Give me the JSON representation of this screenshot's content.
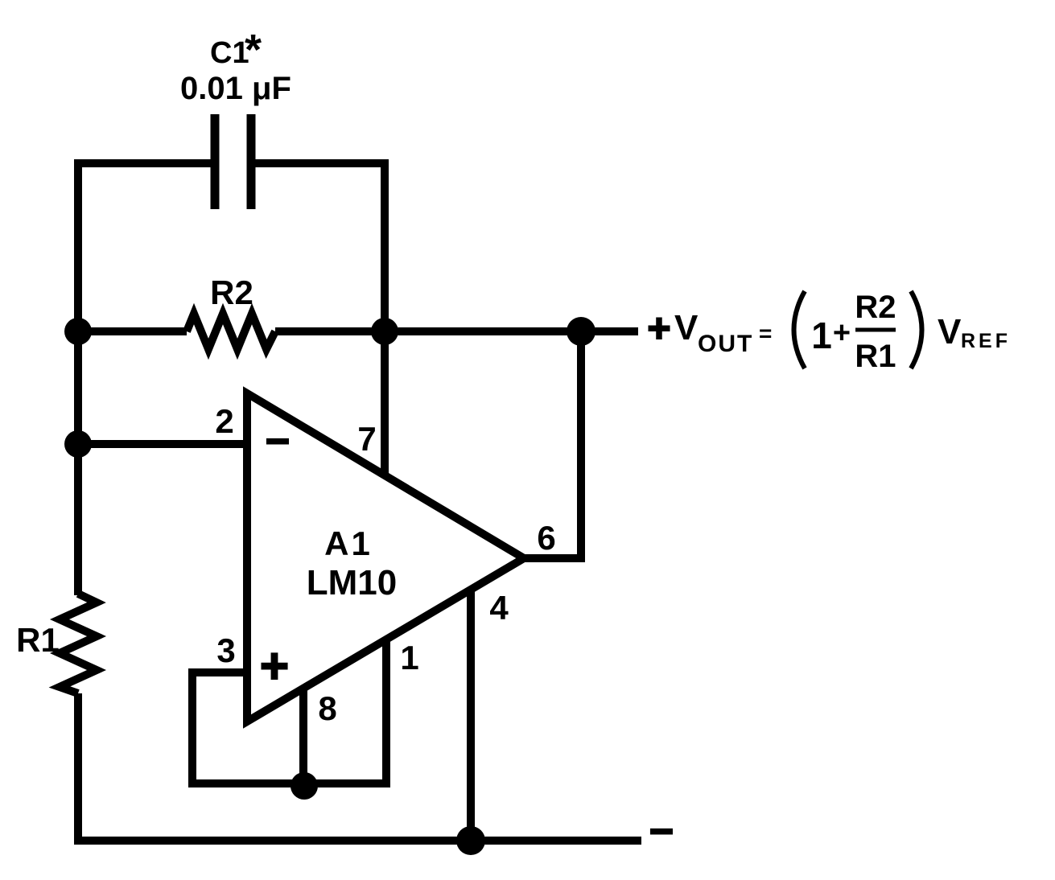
{
  "schematic": {
    "capacitor_c1": {
      "ref": "C1",
      "star": "*",
      "value": "0.01 μF"
    },
    "resistor_r2": {
      "ref": "R2"
    },
    "resistor_r1": {
      "ref": "R1"
    },
    "opamp_a1": {
      "designator": "A1",
      "part": "LM10",
      "inverting_sign": "−",
      "noninverting_sign": "+"
    },
    "pins": {
      "p1": "1",
      "p2": "2",
      "p3": "3",
      "p4": "4",
      "p6": "6",
      "p7": "7",
      "p8": "8"
    },
    "formula": {
      "plus": "+",
      "v": "V",
      "out_sub": "OUT",
      "equals": "=",
      "one": "1",
      "plus_small": "+",
      "numerator": "R2",
      "denominator": "R1",
      "paren_open": "(",
      "paren_close": ")",
      "v2": "V",
      "ref_sub": "REF"
    },
    "negative_terminal_sign": "−"
  },
  "colors": {
    "ink": "#000000",
    "background": "#ffffff"
  }
}
